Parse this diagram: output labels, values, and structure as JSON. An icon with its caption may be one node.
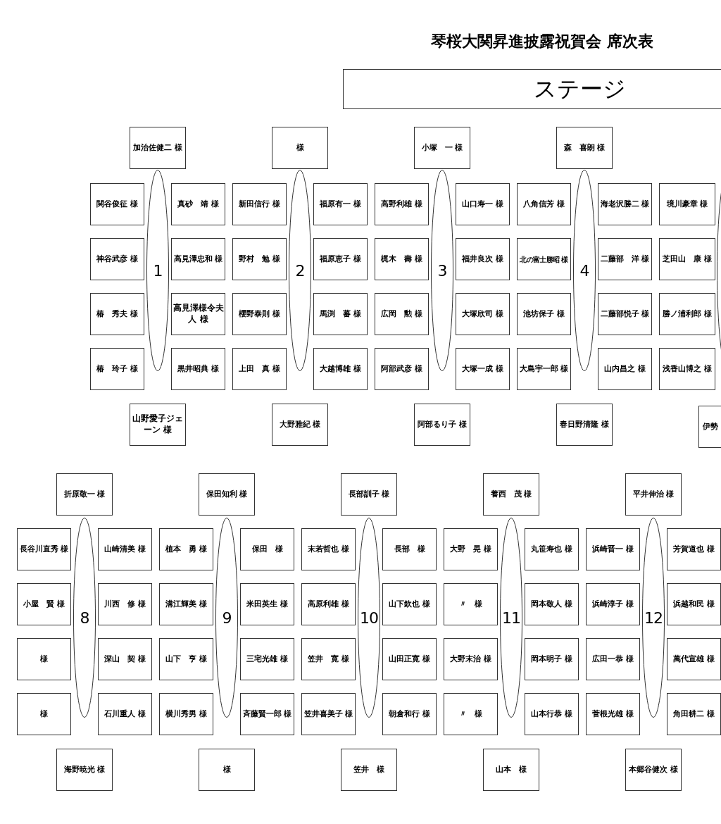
{
  "diagram": {
    "title": "琴桜大関昇進披露祝賀会 席次表",
    "nodes": [
      {
        "text": [
          "ステージ"
        ]
      },
      {
        "text": [
          "加治佐健二 様"
        ]
      },
      {
        "text": [
          "1"
        ]
      },
      {
        "text": [
          "関谷俊征 様"
        ]
      },
      {
        "text": [
          "神谷武彦 様"
        ]
      },
      {
        "text": [
          "椿　秀夫 様"
        ]
      },
      {
        "text": [
          "椿　玲子 様"
        ]
      },
      {
        "text": [
          "真砂　靖 様"
        ]
      },
      {
        "text": [
          "高見澤忠和 様"
        ]
      },
      {
        "text": [
          "高見澤様令夫人 様"
        ]
      },
      {
        "text": [
          "黒井昭典 様"
        ]
      },
      {
        "text": [
          "山野愛子ジェーン 様"
        ]
      },
      {
        "text": [
          "様"
        ]
      },
      {
        "text": [
          "2"
        ]
      },
      {
        "text": [
          "新田信行 様"
        ]
      },
      {
        "text": [
          "野村　勉 様"
        ]
      },
      {
        "text": [
          "櫻野泰則 様"
        ]
      },
      {
        "text": [
          "上田　真 様"
        ]
      },
      {
        "text": [
          "福原有一 様"
        ]
      },
      {
        "text": [
          "福原恵子 様"
        ]
      },
      {
        "text": [
          "馬渕　蕃 様"
        ]
      },
      {
        "text": [
          "大越博雄 様"
        ]
      },
      {
        "text": [
          "大野雅紀 様"
        ]
      },
      {
        "text": [
          "小塚　一 様"
        ]
      },
      {
        "text": [
          "3"
        ]
      },
      {
        "text": [
          "高野利雄 様"
        ]
      },
      {
        "text": [
          "梶木　壽 様"
        ]
      },
      {
        "text": [
          "広岡　勲 様"
        ]
      },
      {
        "text": [
          "阿部武彦 様"
        ]
      },
      {
        "text": [
          "山口寿一 様"
        ]
      },
      {
        "text": [
          "福井良次 様"
        ]
      },
      {
        "text": [
          "大塚欣司 様"
        ]
      },
      {
        "text": [
          "大塚一成 様"
        ]
      },
      {
        "text": [
          "阿部るり子 様"
        ]
      },
      {
        "text": [
          "森　喜朗 様"
        ]
      },
      {
        "text": [
          "4"
        ]
      },
      {
        "text": [
          "八角信芳 様"
        ]
      },
      {
        "text": [
          "北の富士勝昭 様"
        ]
      },
      {
        "text": [
          "池坊保子 様"
        ]
      },
      {
        "text": [
          "大島宇一郎 様"
        ]
      },
      {
        "text": [
          "海老沢勝二 様"
        ]
      },
      {
        "text": [
          "二藤部　洋 様"
        ]
      },
      {
        "text": [
          "二藤部悦子 様"
        ]
      },
      {
        "text": [
          "山内昌之 様"
        ]
      },
      {
        "text": [
          "春日野清隆 様"
        ]
      },
      {
        "text": [
          "境川豪章 様"
        ]
      },
      {
        "text": [
          "芝田山　康 様"
        ]
      },
      {
        "text": [
          "勝ノ浦利郎 様"
        ]
      },
      {
        "text": [
          "浅香山博之 様"
        ]
      },
      {
        "text": [],
        "shape": "ellipse"
      },
      {
        "text": [
          "伊勢"
        ]
      },
      {
        "text": [
          "折原敬一 様"
        ]
      },
      {
        "text": [
          "8"
        ]
      },
      {
        "text": [
          "長谷川直秀 様"
        ]
      },
      {
        "text": [
          "小屋　賢 様"
        ]
      },
      {
        "text": [
          "様"
        ]
      },
      {
        "text": [
          "様"
        ]
      },
      {
        "text": [
          "山崎清美 様"
        ]
      },
      {
        "text": [
          "川西　修 様"
        ]
      },
      {
        "text": [
          "深山　契 様"
        ]
      },
      {
        "text": [
          "石川重人 様"
        ]
      },
      {
        "text": [
          "海野暁光 様"
        ]
      },
      {
        "text": [
          "保田知利 様"
        ]
      },
      {
        "text": [
          "9"
        ]
      },
      {
        "text": [
          "植本　勇 様"
        ]
      },
      {
        "text": [
          "溝江輝美 様"
        ]
      },
      {
        "text": [
          "山下　亨 様"
        ]
      },
      {
        "text": [
          "横川秀男 様"
        ]
      },
      {
        "text": [
          "保田　様"
        ]
      },
      {
        "text": [
          "米田英生 様"
        ]
      },
      {
        "text": [
          "三宅光雄 様"
        ]
      },
      {
        "text": [
          "斉藤賢一郎 様"
        ]
      },
      {
        "text": [
          "様"
        ]
      },
      {
        "text": [
          "長部訓子 様"
        ]
      },
      {
        "text": [
          "10"
        ]
      },
      {
        "text": [
          "末若哲也 様"
        ]
      },
      {
        "text": [
          "高原利雄 様"
        ]
      },
      {
        "text": [
          "笠井　寛 様"
        ]
      },
      {
        "text": [
          "笠井喜美子 様"
        ]
      },
      {
        "text": [
          "長部　様"
        ]
      },
      {
        "text": [
          "山下欽也 様"
        ]
      },
      {
        "text": [
          "山田正寛 様"
        ]
      },
      {
        "text": [
          "朝倉和行 様"
        ]
      },
      {
        "text": [
          "笠井　様"
        ]
      },
      {
        "text": [
          "養西　茂 様"
        ]
      },
      {
        "text": [
          "11"
        ]
      },
      {
        "text": [
          "大野　晃 様"
        ]
      },
      {
        "text": [
          "〃　様"
        ]
      },
      {
        "text": [
          "大野末治 様"
        ]
      },
      {
        "text": [
          "〃　様"
        ]
      },
      {
        "text": [
          "丸笹寿也 様"
        ]
      },
      {
        "text": [
          "岡本敬人 様"
        ]
      },
      {
        "text": [
          "岡本明子 様"
        ]
      },
      {
        "text": [
          "山本行恭 様"
        ]
      },
      {
        "text": [
          "山本　様"
        ]
      },
      {
        "text": [
          "平井伸治 様"
        ]
      },
      {
        "text": [
          "12"
        ]
      },
      {
        "text": [
          "浜崎晋一 様"
        ]
      },
      {
        "text": [
          "浜崎淳子 様"
        ]
      },
      {
        "text": [
          "広田一恭 様"
        ]
      },
      {
        "text": [
          "菅根光雄 様"
        ]
      },
      {
        "text": [
          "芳賀道也 様"
        ]
      },
      {
        "text": [
          "浜越和民 様"
        ]
      },
      {
        "text": [
          "萬代宣雄 様"
        ]
      },
      {
        "text": [
          "角田耕二 様"
        ]
      },
      {
        "text": [
          "本郷谷健次 様"
        ]
      }
    ],
    "edges": []
  }
}
